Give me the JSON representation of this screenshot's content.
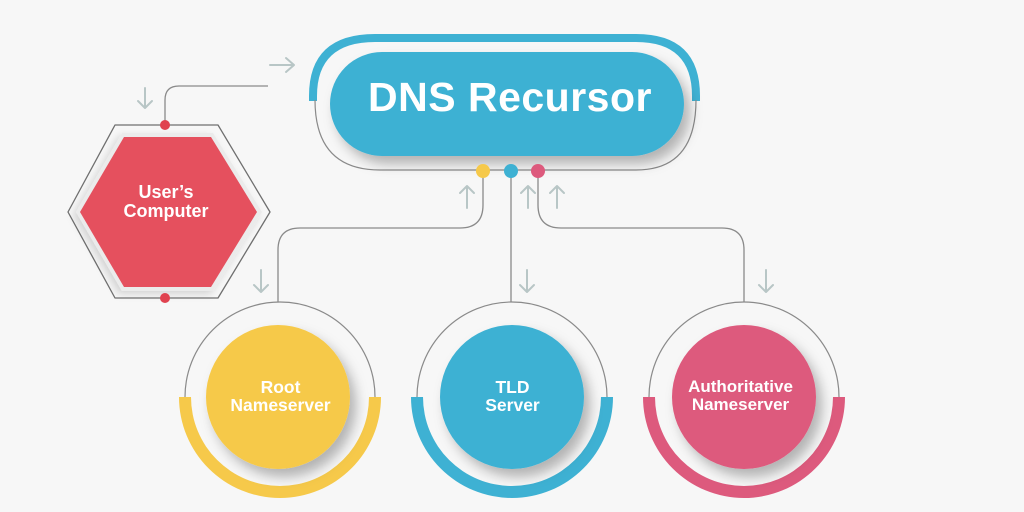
{
  "diagram": {
    "title": "DNS resolution flow",
    "colors": {
      "background": "#f7f7f7",
      "recursor": "#3eb1d3",
      "user": "#e5505e",
      "root": "#f6c94a",
      "tld": "#3eb1d3",
      "authoritative": "#dd5a7d",
      "connector": "#8a8a8a",
      "arrow": "#b8c6c6"
    },
    "nodes": {
      "recursor": {
        "label": "DNS Recursor",
        "shape": "pill"
      },
      "user": {
        "line1": "User’s",
        "line2": "Computer",
        "shape": "hexagon"
      },
      "root": {
        "line1": "Root",
        "line2": "Nameserver",
        "shape": "circle"
      },
      "tld": {
        "line1": "TLD",
        "line2": "Server",
        "shape": "circle"
      },
      "authoritative": {
        "line1": "Authoritative",
        "line2": "Nameserver",
        "shape": "circle"
      }
    },
    "edges": [
      {
        "from": "user",
        "to": "recursor",
        "direction": "bidirectional"
      },
      {
        "from": "recursor",
        "to": "root",
        "direction": "bidirectional"
      },
      {
        "from": "recursor",
        "to": "tld",
        "direction": "bidirectional"
      },
      {
        "from": "recursor",
        "to": "authoritative",
        "direction": "bidirectional"
      }
    ]
  }
}
